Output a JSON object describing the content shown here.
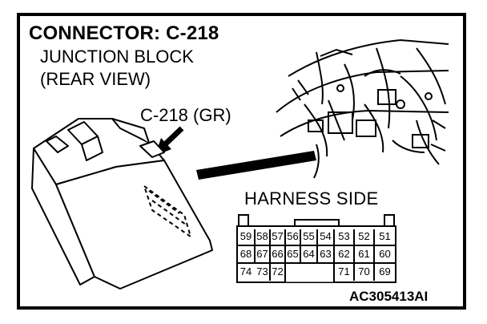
{
  "labels": {
    "title": "CONNECTOR: C-218",
    "subtitle_line1": "JUNCTION BLOCK",
    "subtitle_line2": "(REAR VIEW)",
    "callout": "C-218 (GR)",
    "harness": "HARNESS SIDE",
    "figure_code": "AC305413AI"
  },
  "connector": {
    "rows": [
      [
        "59",
        "58",
        "57",
        "56",
        "55",
        "54",
        "53",
        "52",
        "51"
      ],
      [
        "68",
        "67",
        "66",
        "65",
        "64",
        "63",
        "62",
        "61",
        "60"
      ],
      [
        "74",
        "73",
        "72",
        "",
        "",
        "",
        "71",
        "70",
        "69"
      ]
    ]
  }
}
